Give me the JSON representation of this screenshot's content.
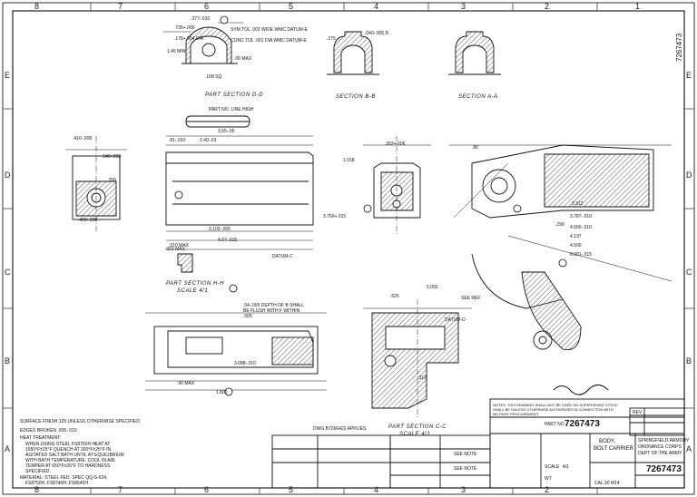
{
  "zones": {
    "top": [
      "8",
      "7",
      "6",
      "5",
      "4",
      "3",
      "2",
      "1"
    ],
    "side": [
      "E",
      "D",
      "C",
      "B",
      "A"
    ]
  },
  "drawing_number_side": "7267473",
  "sections": {
    "dd": "PART SECTION D-D",
    "bb": "SECTION B-B",
    "aa": "SECTION A-A",
    "hh": "PART SECTION H-H",
    "hh_scale": "SCALE 4/1",
    "cc": "PART SECTION C-C",
    "cc_scale": "SCALE 4/1"
  },
  "dims": {
    "d1": ".377-.010",
    "d2": ".735+.000",
    "d3": ".178+.004 DIA",
    "d4": "1.45 MIN",
    "d5": ".06 MAX",
    "d6": ".108 SQ",
    "d7": ".040-.005 R",
    "d8": ".275",
    "d9": "3.55-.05",
    "d10": "2.40-.03",
    "d11": ".81-.010",
    "d12": "3.103-.005",
    "d13": "4.07-.015",
    "d14": ".410-.008",
    "d15": ".540-.008",
    "d16": ".250",
    "d17": ".001 MAX",
    "d18": "1.018",
    "d19": "3.750+.015",
    "d20": ".302+.006",
    "d21": ".400-.008",
    "d22": ".90 MAX",
    "d23": "1.800",
    "d24": "3.088-.010",
    "d25": ".80",
    "d26": "5.050",
    "d27": ".290",
    "d28": "2.312",
    "d29": "3.787-.010",
    "d30": "4.000-.010",
    "d31": "4.137",
    "d32": "4.500",
    "d33": "6.001-.015",
    "d34": ".010 MAX",
    "d35": "SEE REF",
    "d36": ".625",
    "d37": ".312"
  },
  "notes": {
    "part_line": "PART NO. LINE HIGH",
    "sym_tol": "SYM TOL .002 WIDE WMC DATUM-E",
    "conc_tol": "CONC TOL .001 DIA WMC DATUM-E",
    "flush": ".04-.005 DEPTH OF B SHALL BE FLUSH WITH F WITHIN .005",
    "datum_d": "DATUM-D",
    "datum_c": "DATUM-C"
  },
  "general_notes": {
    "surface": "SURFACE FINISH 125 UNLESS OTHERWISE SPECIFIED",
    "edges": "EDGES BROKEN .005-.010",
    "heat_title": "HEAT TREATMENT:",
    "heat_1": "WHEN USING STEEL FS8750H HEAT AT",
    "heat_2": "1550°F±25°F QUENCH AT 300°F±25°F IN",
    "heat_3": "AGITATED SALT BATH UNTIL AT EQUILIBRIUM",
    "heat_4": "WITH BATH TEMPERATURE. COOL IN AIR.",
    "heat_5": "TEMPER AT 650°F±25°F TO HARDNESS",
    "heat_6": "SPECIFIED.",
    "material_1": "MATERIAL: STEEL FED. SPEC QQ-S-624,",
    "material_2": "FS8750H, FS8740H, FS8645H"
  },
  "stamps": {
    "dwg_note": "DWG B7266422 APPLIES",
    "ref_note": "NOTES: THIS DRAWING SHALL NOT BE USED ON SUPERSEDED STOCK SHALL BE UNLESS OTHERWISE AUTHORIZED IN CONNECTION WITH MILITARY PROCUREMENT",
    "see_note_1": "SEE NOTE",
    "see_note_2": "SEE NOTE"
  },
  "title_block": {
    "title_1": "BODY,",
    "title_2": "BOLT CARRIER",
    "agency_1": "SPRINGFIELD ARMORY",
    "agency_2": "ORDNANCE CORPS",
    "agency_3": "DEPT OF THE ARMY",
    "part_no_label": "PART NO",
    "part_no": "7267473",
    "drawing_no": "7267473",
    "cal": "CAL 30 M14",
    "scale": "4/1",
    "scale_label": "SCALE",
    "rev": "REV",
    "weight": "WT"
  }
}
